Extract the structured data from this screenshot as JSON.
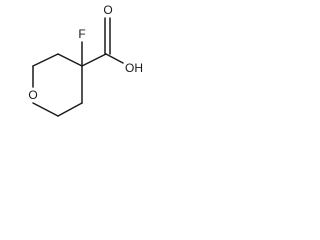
{
  "molecule": {
    "atoms": {
      "fluorine": "F",
      "ring_oxygen": "O",
      "carbonyl_oxygen": "O",
      "hydroxyl": "OH"
    },
    "colors": {
      "bond": "#1a1a1a",
      "text": "#1a1a1a"
    }
  }
}
